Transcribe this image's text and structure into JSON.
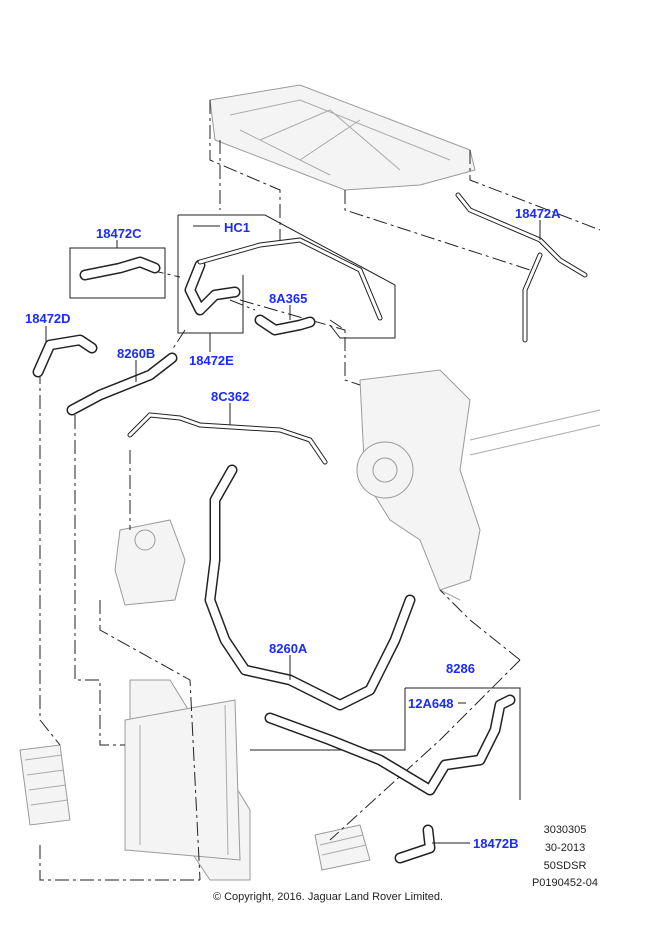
{
  "parts": {
    "p18472A": "18472A",
    "hc1": "HC1",
    "p18472C": "18472C",
    "p8A365": "8A365",
    "p18472D": "18472D",
    "p8260B": "8260B",
    "p18472E": "18472E",
    "p8C362": "8C362",
    "p8260A": "8260A",
    "p8286": "8286",
    "p12A648": "12A648",
    "p18472B": "18472B"
  },
  "reference": {
    "line1": "3030305",
    "line2": "30-2013",
    "line3": "50SDSR",
    "line4": "P0190452-04"
  },
  "copyright": "© Copyright, 2016. Jaguar Land Rover Limited.",
  "colors": {
    "label": "#1a2bff",
    "line": "#222222",
    "ghost": "#9a9a9a"
  }
}
